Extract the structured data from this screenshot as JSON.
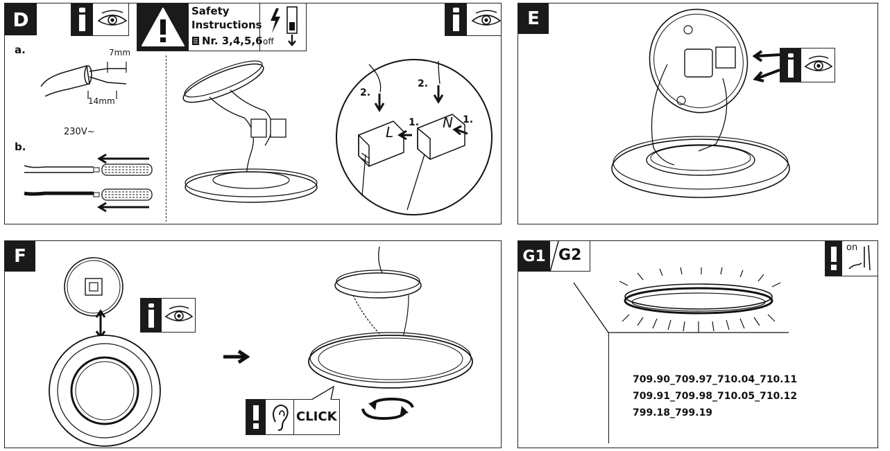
{
  "panels": {
    "d": {
      "tag": "D",
      "step_a": "a.",
      "step_b": "b.",
      "strip_7": "7mm",
      "strip_14": "14mm",
      "voltage": "230V~",
      "safety_title_1": "Safety",
      "safety_title_2": "Instructions",
      "safety_ref": "Nr. 3,4,5,6",
      "power_state": "off",
      "wire_step_2a": "2.",
      "wire_step_2b": "2.",
      "wire_step_1a": "1.",
      "wire_step_1b": "1.",
      "terminal_l": "L",
      "terminal_n": "N"
    },
    "e": {
      "tag": "E"
    },
    "f": {
      "tag": "F",
      "click_label": "CLICK"
    },
    "g": {
      "tag_1": "G1",
      "tag_2": "G2",
      "power_state": "on",
      "models": [
        "709.90_709.97_710.04_710.11",
        "709.91_709.98_710.05_710.12",
        "799.18_799.19"
      ]
    }
  },
  "icons": [
    "info-icon",
    "eye-icon",
    "warning-icon",
    "power-switch-icon",
    "ear-icon",
    "arrow-right-icon",
    "rotate-icon",
    "book-icon"
  ],
  "colors": {
    "ink": "#1a1a1a",
    "paper": "#ffffff"
  }
}
